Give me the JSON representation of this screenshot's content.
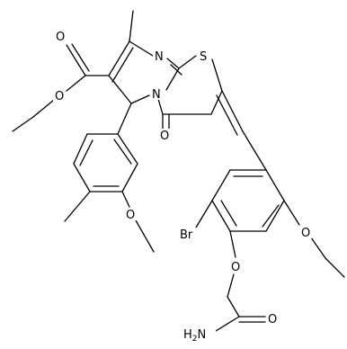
{
  "atoms": {
    "O_ester_carbonyl": "O",
    "O_ester_ether": "O",
    "N_ring_top": "N",
    "N_ring_fused": "N",
    "S_thiazole": "S",
    "O_oxo": "O",
    "O_methoxy": "O",
    "Br": "Br",
    "O_ethoxy": "O",
    "O_aryloxy": "O",
    "H2N_amide": "H2N",
    "O_amide": "O"
  }
}
